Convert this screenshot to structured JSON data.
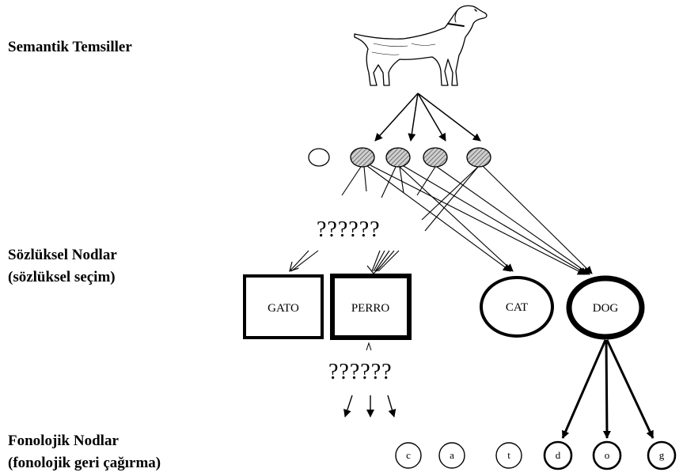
{
  "labels": {
    "semantic": "Semantik Temsiller",
    "lexical_line1": "Sözlüksel Nodlar",
    "lexical_line2": "(sözlüksel seçim)",
    "phonological_line1": "Fonolojik Nodlar",
    "phonological_line2": "(fonolojik geri çağırma)"
  },
  "uncertainty": {
    "upper": "??????",
    "lower": "??????"
  },
  "lexical_nodes": {
    "gato": "GATO",
    "perro": "PERRO",
    "cat": "CAT",
    "dog": "DOG"
  },
  "phonological_nodes": [
    "c",
    "a",
    "t",
    "d",
    "o",
    "g"
  ],
  "icons": {
    "semantic_picture": "dog-illustration"
  }
}
